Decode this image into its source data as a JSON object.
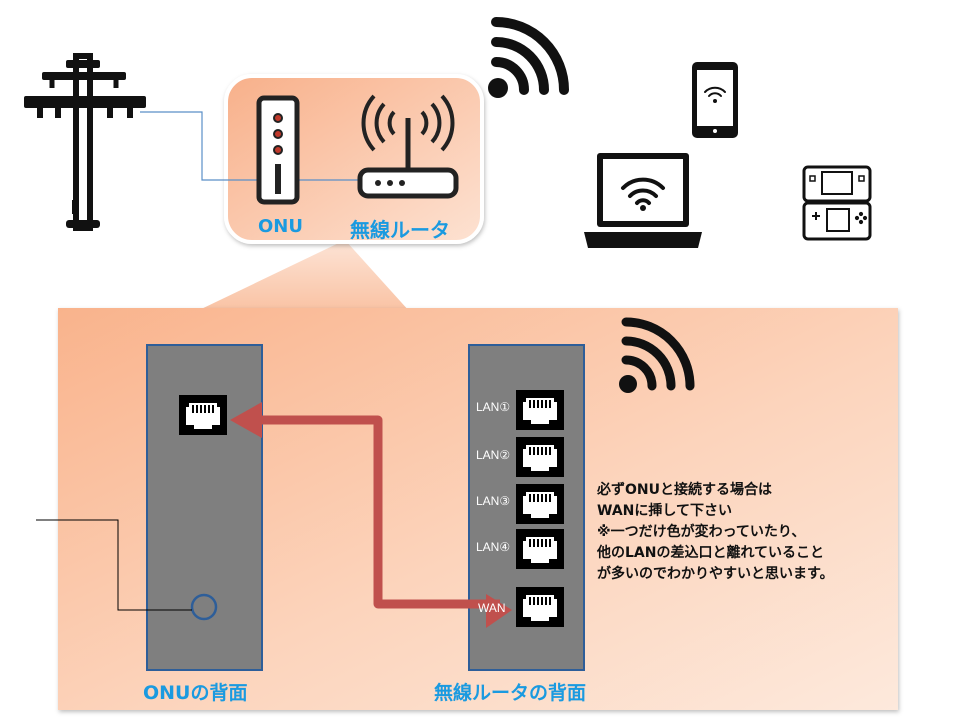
{
  "top_labels": {
    "onu": "ONU",
    "router": "無線ルータ"
  },
  "bottom_labels": {
    "onu_back": "ONUの背面",
    "router_back": "無線ルータの背面"
  },
  "router_ports": [
    {
      "label": "LAN①"
    },
    {
      "label": "LAN②"
    },
    {
      "label": "LAN③"
    },
    {
      "label": "LAN④"
    },
    {
      "label": "WAN"
    }
  ],
  "note": {
    "lines": [
      "必ずONUと接続する場合は",
      "WANに挿して下さい",
      "※一つだけ色が変わっていたり、",
      "他のLANの差込口と離れていること",
      "が多いのでわかりやすいと思います。"
    ]
  },
  "icons": [
    "utility-pole-icon",
    "onu-icon",
    "wireless-router-icon",
    "wifi-signal-icon",
    "smartphone-icon",
    "laptop-icon",
    "game-console-icon",
    "ethernet-port-icon",
    "fiber-port-icon"
  ],
  "colors": {
    "label_blue": "#1a9ae0",
    "device_back": "#7f7f7f",
    "cable_arrow": "#c0504d",
    "panel_peach": "#f9b58e"
  }
}
